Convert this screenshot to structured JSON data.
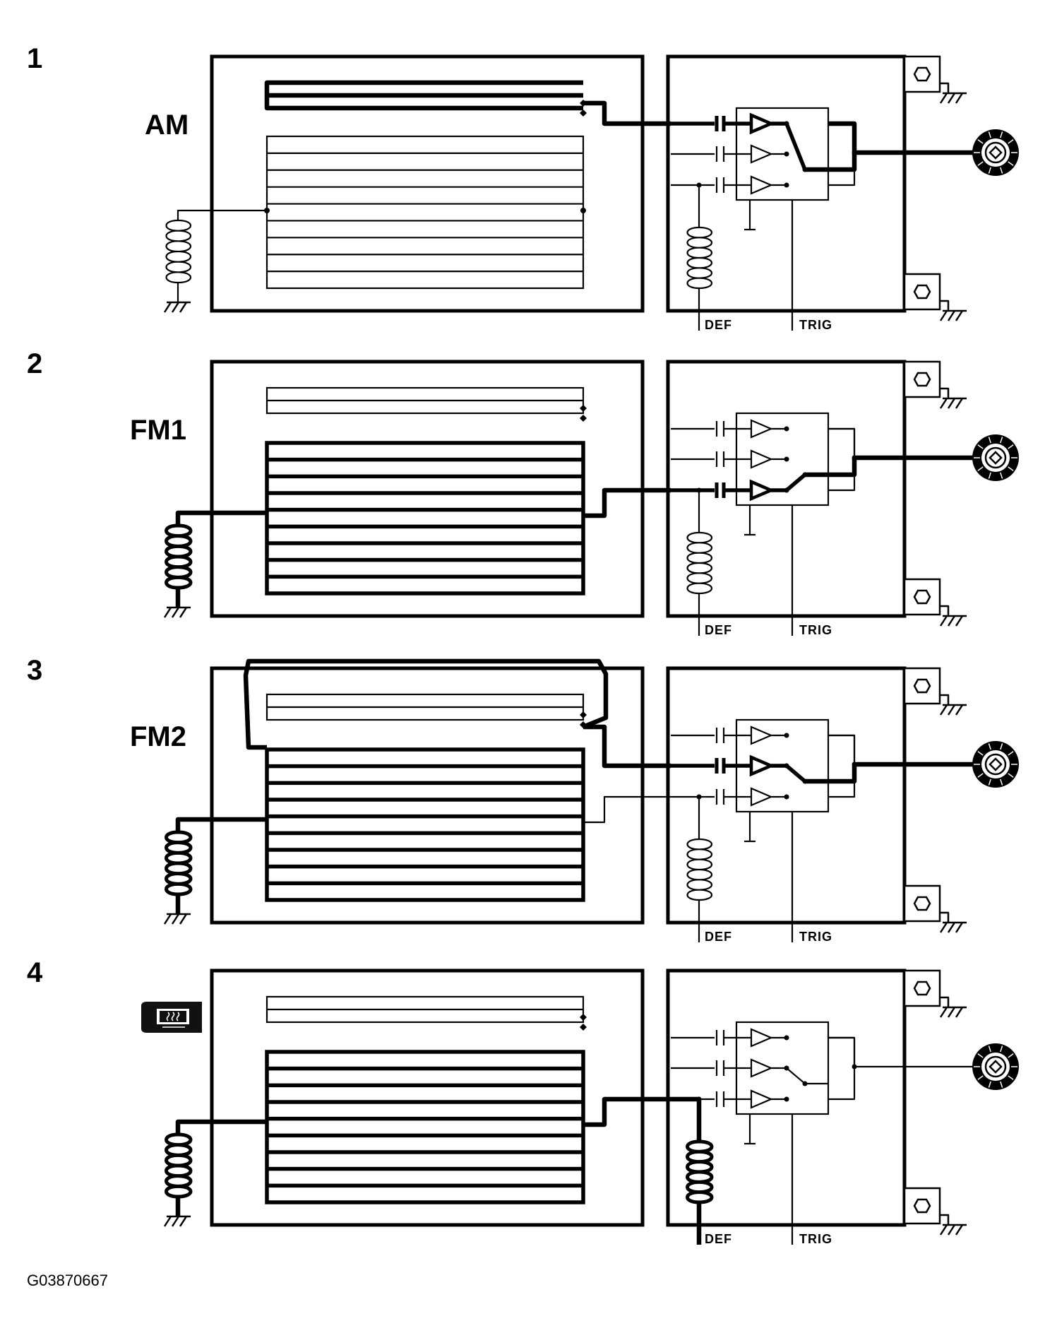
{
  "panels": [
    {
      "step": "1",
      "mode": "AM",
      "active": "am"
    },
    {
      "step": "2",
      "mode": "FM1",
      "active": "fm1"
    },
    {
      "step": "3",
      "mode": "FM2",
      "active": "fm2"
    },
    {
      "step": "4",
      "mode": "",
      "active": "def"
    }
  ],
  "pins": {
    "def": "DEF",
    "trig": "TRIG"
  },
  "figure_code": "G03870667",
  "icons": {
    "rear_defrost": "rear-defrost-icon",
    "coax": "coax-connector-icon",
    "ground": "ground-icon"
  }
}
